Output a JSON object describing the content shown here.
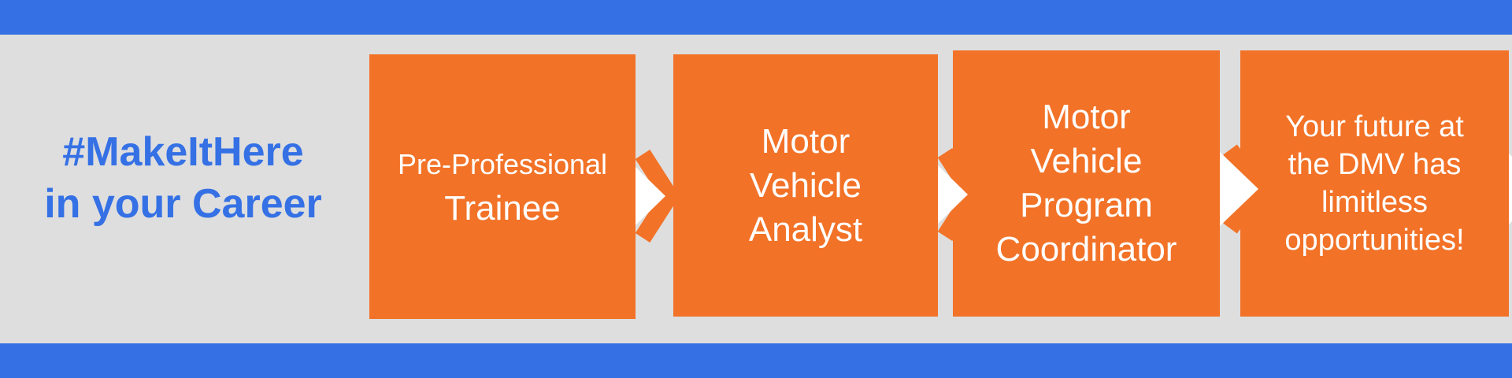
{
  "headline": {
    "line1": "#MakeItHere",
    "line2": "in your Career"
  },
  "steps": [
    {
      "line1": "Pre-Professional",
      "line2": "Trainee"
    },
    {
      "line1": "Motor",
      "line2": "Vehicle",
      "line3": "Analyst"
    },
    {
      "line1": "Motor",
      "line2": "Vehicle",
      "line3": "Program",
      "line4": "Coordinator"
    },
    {
      "line1": "Your future at",
      "line2": "the DMV has",
      "line3": "limitless",
      "line4": "opportunities!"
    }
  ],
  "colors": {
    "blue": "#3571e5",
    "orange": "#f27227",
    "gray": "#dedede"
  }
}
